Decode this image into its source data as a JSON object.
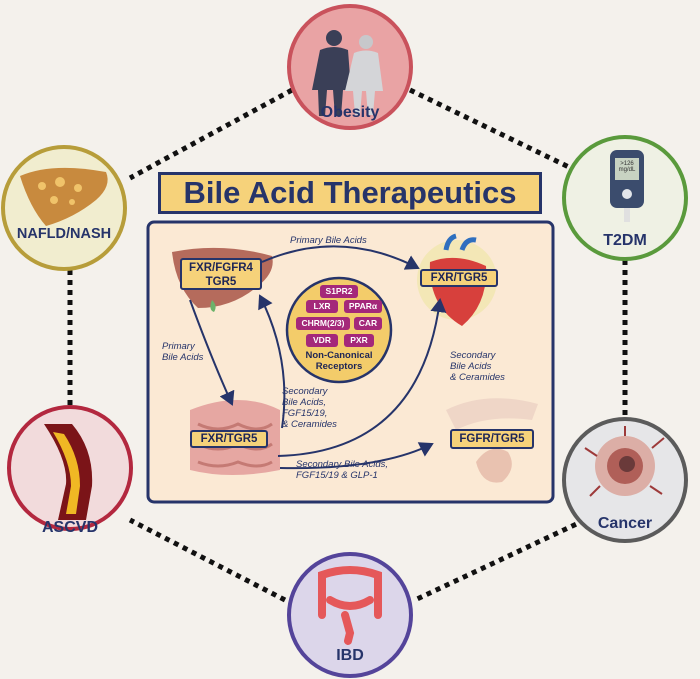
{
  "title": "Bile Acid Therapeutics",
  "diseases": {
    "obesity": "Obesity",
    "t2dm": "T2DM",
    "cancer": "Cancer",
    "ibd": "IBD",
    "ascvd": "ASCVD",
    "nafld": "NAFLD/NASH"
  },
  "glucometer": {
    "line1": ">126",
    "line2": "mg/dL"
  },
  "receptors": {
    "liver_line1": "FXR/FGFR4",
    "liver_line2": "TGR5",
    "intestine": "FXR/TGR5",
    "heart": "FXR/TGR5",
    "pancreas": "FGFR/TGR5"
  },
  "non_canonical": {
    "pills": [
      "S1PR2",
      "LXR",
      "PPARα",
      "CHRM(2/3)",
      "CAR",
      "VDR",
      "PXR"
    ],
    "label_line1": "Non-Canonical",
    "label_line2": "Receptors"
  },
  "flows": {
    "liver_to_heart": "Primary Bile Acids",
    "liver_to_intestine_1": "Primary",
    "liver_to_intestine_2": "Bile Acids",
    "intestine_to_liver_1": "Secondary",
    "intestine_to_liver_2": "Bile Acids,",
    "intestine_to_liver_3": "FGF15/19,",
    "intestine_to_liver_4": "& Ceramides",
    "to_heart_1": "Secondary",
    "to_heart_2": "Bile Acids",
    "to_heart_3": "& Ceramides",
    "to_pancreas_1": "Secondary Bile Acids,",
    "to_pancreas_2": "FGF15/19 & GLP-1"
  },
  "colors": {
    "navy": "#26346a",
    "gold": "#f6d27a",
    "magenta": "#a4287a",
    "obesity_ring": "#c9525c",
    "t2dm_ring": "#5a9a3c",
    "cancer_ring": "#5b5b5b",
    "ibd_ring": "#54449a",
    "ascvd_ring": "#b3283f",
    "nafld_ring": "#b79d3a"
  }
}
